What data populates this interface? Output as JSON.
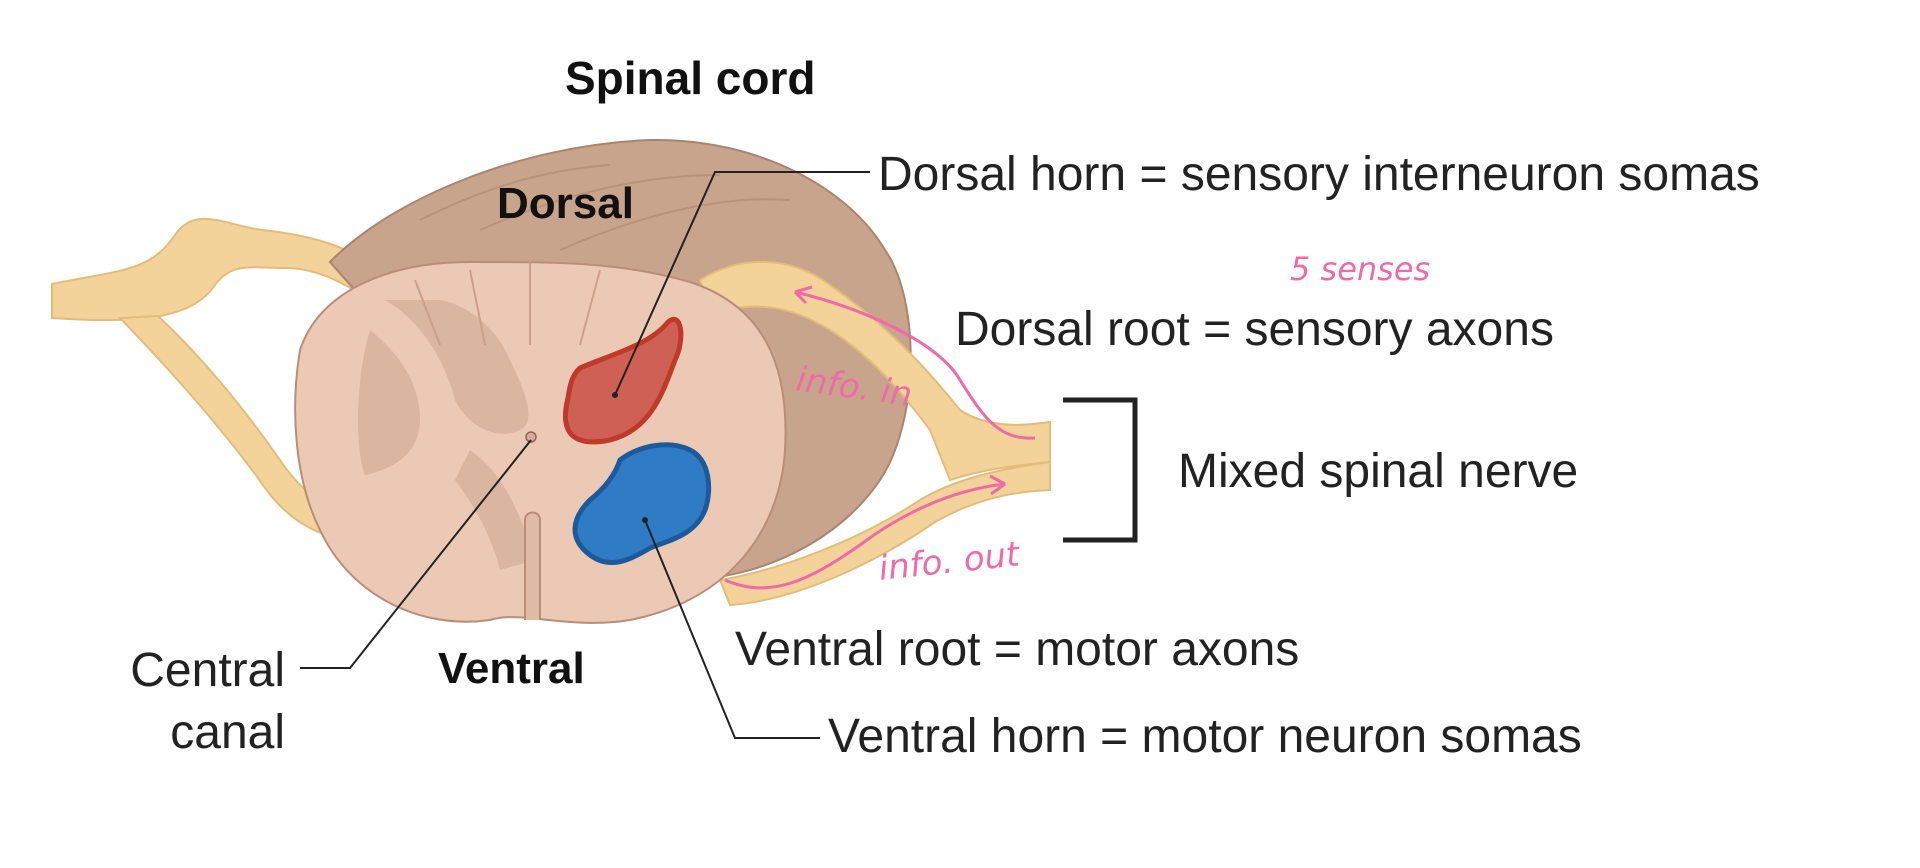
{
  "title": "Spinal cord",
  "orientation": {
    "dorsal": "Dorsal",
    "ventral": "Ventral"
  },
  "labels": {
    "dorsal_horn": "Dorsal horn = sensory interneuron somas",
    "dorsal_root": "Dorsal root = sensory axons",
    "mixed_nerve": "Mixed spinal nerve",
    "ventral_root": "Ventral root = motor axons",
    "ventral_horn": "Ventral horn = motor neuron somas",
    "central_canal_line1": "Central",
    "central_canal_line2": "canal"
  },
  "annotations": {
    "five_senses": "5 senses",
    "info_in": "info. in",
    "info_out": "info. out"
  },
  "colors": {
    "nerve": "#f3d39a",
    "cord_outer": "#c9a48d",
    "cord_section": "#ecc9b4",
    "grey_matter": "#d8b29c",
    "dorsal_horn": "#cf6055",
    "ventral_horn": "#2f7cc5",
    "annotation_pink": "#f06aa8"
  }
}
